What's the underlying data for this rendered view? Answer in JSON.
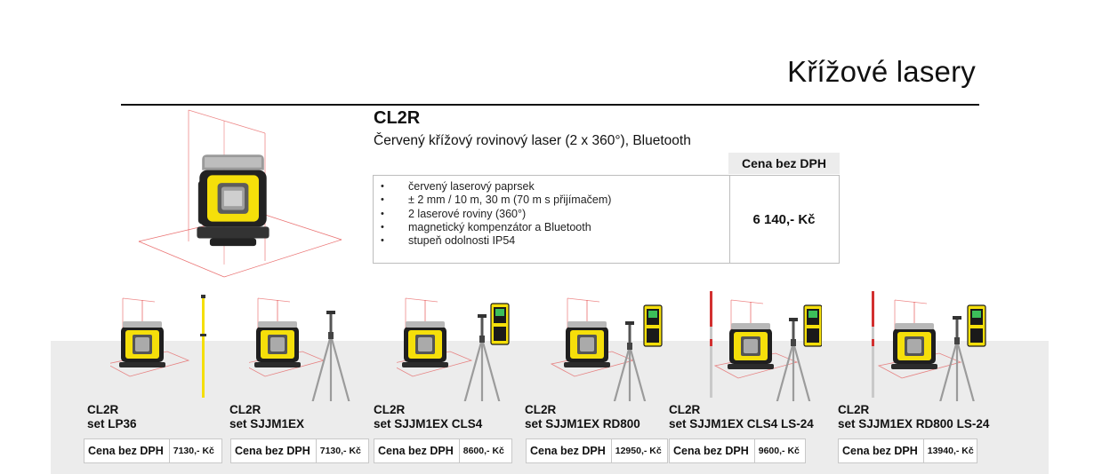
{
  "header": {
    "title": "Křížové lasery"
  },
  "main_product": {
    "model": "CL2R",
    "subtitle": "Červený křížový rovinový laser (2 x 360°), Bluetooth",
    "price_label": "Cena bez DPH",
    "price": "6 140,- Kč",
    "features": [
      "červený laserový paprsek",
      "± 2 mm / 10 m, 30 m (70 m s přijímačem)",
      "2 laserové roviny (360°)",
      "magnetický kompenzátor a Bluetooth",
      "stupeň odolnosti IP54"
    ]
  },
  "sets": [
    {
      "model": "CL2R",
      "set": "set LP36",
      "price_label": "Cena bez DPH",
      "price": "7130,- Kč"
    },
    {
      "model": "CL2R",
      "set": "set SJJM1EX",
      "price_label": "Cena bez DPH",
      "price": "7130,- Kč"
    },
    {
      "model": "CL2R",
      "set": "set SJJM1EX CLS4",
      "price_label": "Cena bez DPH",
      "price": "8600,- Kč"
    },
    {
      "model": "CL2R",
      "set": "set SJJM1EX RD800",
      "price_label": "Cena bez DPH",
      "price": "12950,- Kč"
    },
    {
      "model": "CL2R",
      "set": "set SJJM1EX CLS4 LS-24",
      "price_label": "Cena bez DPH",
      "price": "9600,- Kč"
    },
    {
      "model": "CL2R",
      "set": "set SJJM1EX RD800 LS-24",
      "price_label": "Cena bez DPH",
      "price": "13940,- Kč"
    }
  ],
  "colors": {
    "brand_yellow": "#f5df0a",
    "laser_red": "#e23b3b",
    "band_gray": "#ececec"
  }
}
